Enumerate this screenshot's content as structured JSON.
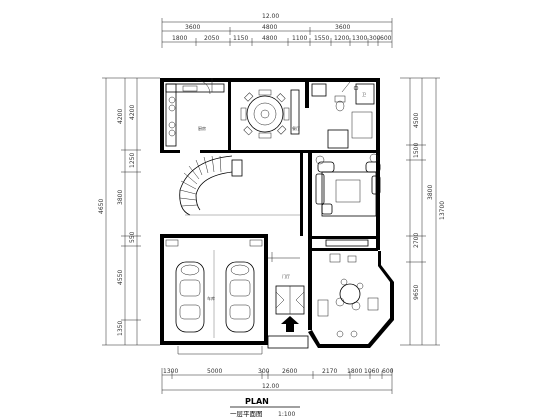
{
  "overall_width_top": "12.00",
  "overall_width_bottom": "12.00",
  "top_dims_row1": [
    "3600",
    "4800",
    "3600"
  ],
  "top_dims_row2": [
    "1800",
    "2050",
    "1150",
    "4800",
    "1100",
    "1550",
    "1200",
    "1300",
    "300",
    "600"
  ],
  "bottom_dims": [
    "1300",
    "5000",
    "300",
    "2600",
    "2170",
    "1800",
    "1060",
    "600"
  ],
  "left_overall": "4650",
  "left_dims": [
    "4200",
    "1250",
    "3800",
    "550",
    "4550",
    "1350"
  ],
  "right_overall": "13700",
  "right_dims": [
    "4500",
    "1500",
    "3800",
    "2700",
    "9650"
  ],
  "room_labels": [
    "厨房",
    "餐厅",
    "卫",
    "车库",
    "门厅"
  ],
  "plan_title": "PLAN",
  "plan_subtitle": "一层平面图",
  "plan_scale": "1:100"
}
